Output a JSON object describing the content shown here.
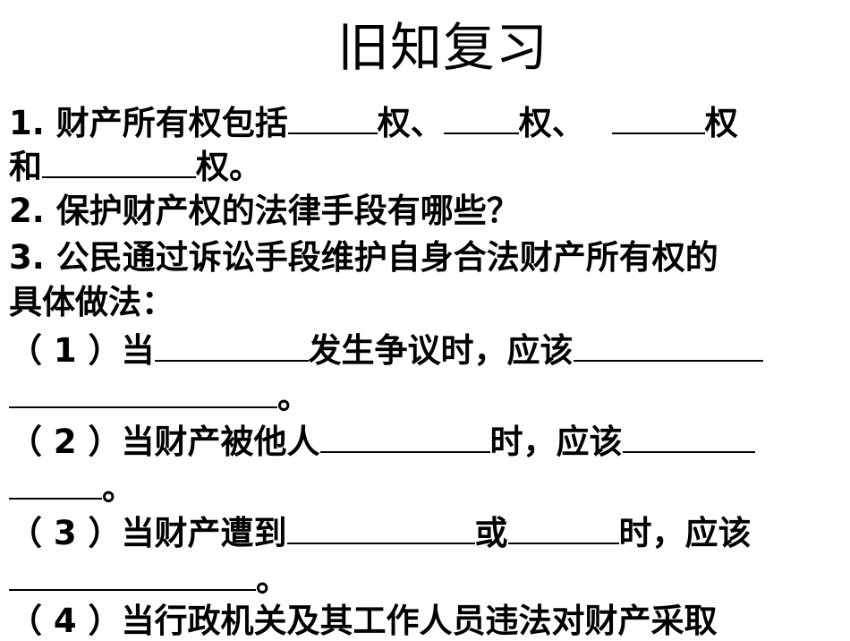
{
  "title": "旧知复习",
  "q1": {
    "num": "1.",
    "text_a": " 财产所有权包括",
    "sep1": "权、",
    "sep2": "权、",
    "sep3": "权",
    "line2_a": "和",
    "line2_b": "权。"
  },
  "q2": {
    "num": "2.",
    "text": " 保护财产权的法律手段有哪些？"
  },
  "q3": {
    "num": "3.",
    "text": " 公民通过诉讼手段维护自身合法财产所有权的",
    "text2": "具体做法：",
    "items": [
      {
        "label": "（ 1 ）",
        "a": "当",
        "b": "发生争议时，应该",
        "end": "。"
      },
      {
        "label": "（ 2 ）",
        "a": "当财产被他人",
        "b": "时，应该",
        "end": "。"
      },
      {
        "label": "（ 3 ）",
        "a": "当财产遭到",
        "b": "或",
        "c": "时，应该",
        "end": "。"
      },
      {
        "label": "（ 4 ）",
        "a": "当行政机关及其工作人员违法对财产采取"
      }
    ]
  }
}
